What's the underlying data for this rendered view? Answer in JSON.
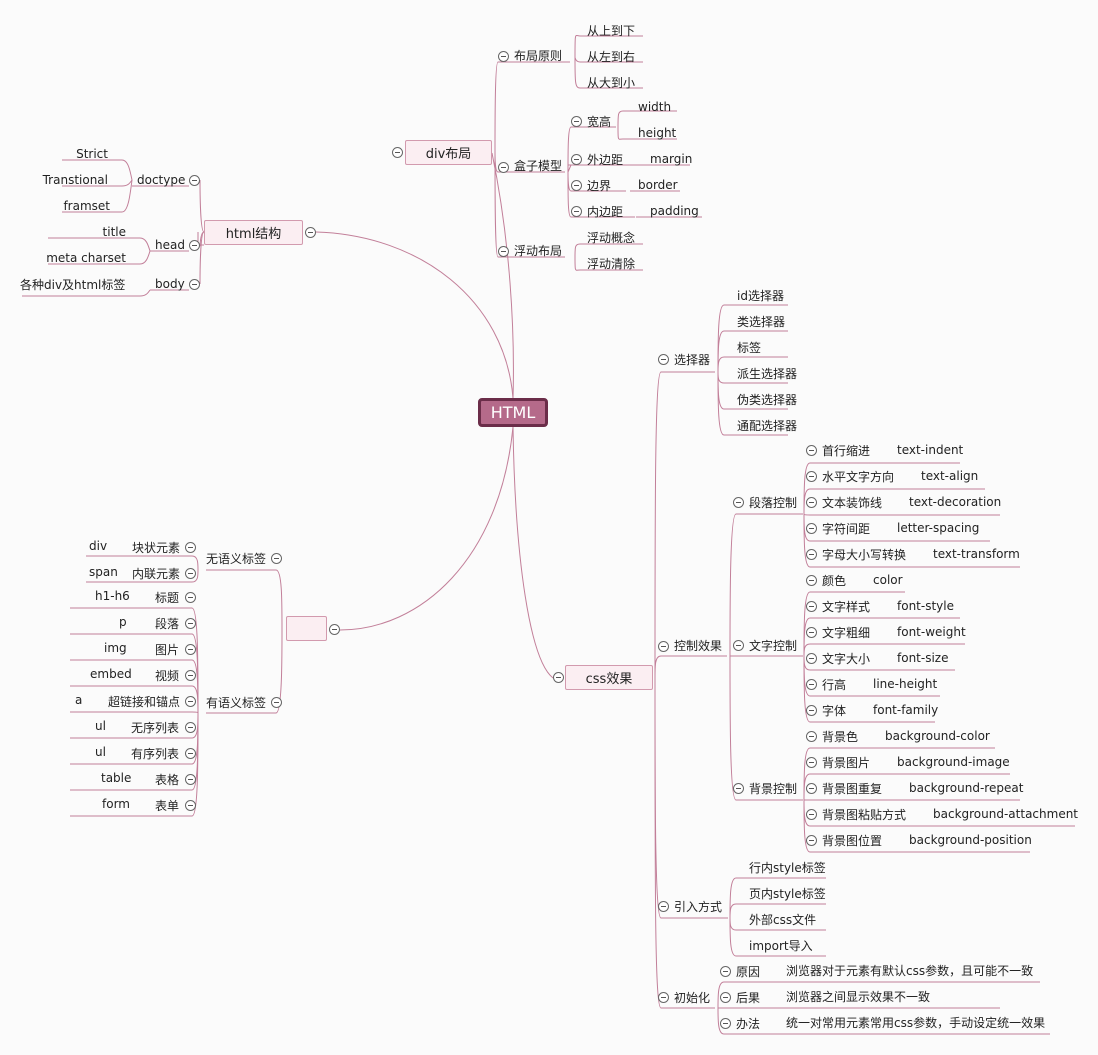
{
  "center": "HTML",
  "html_structure": {
    "title": "html结构",
    "doctype": {
      "label": "doctype",
      "children": [
        "Strict",
        "Transtional",
        "framset"
      ]
    },
    "head": {
      "label": "head",
      "children": [
        "title",
        "meta  charset"
      ]
    },
    "body": {
      "label": "body",
      "children": [
        "各种div及html标签"
      ]
    }
  },
  "div_layout": {
    "title": "div布局",
    "principle": {
      "label": "布局原则",
      "children": [
        "从上到下",
        "从左到右",
        "从大到小"
      ]
    },
    "box_model": {
      "label": "盒子模型",
      "wh": {
        "label": "宽高",
        "children": [
          "width",
          "height"
        ]
      },
      "margin": {
        "label": "外边距",
        "value": "margin"
      },
      "border": {
        "label": "边界",
        "value": "border"
      },
      "padding": {
        "label": "内边距",
        "value": "padding"
      }
    },
    "float": {
      "label": "浮动布局",
      "children": [
        "浮动概念",
        "浮动清除"
      ]
    }
  },
  "tags": {
    "title": "",
    "nonsemantic": {
      "label": "无语义标签",
      "items": [
        {
          "tag": "div",
          "desc": "块状元素"
        },
        {
          "tag": "span",
          "desc": "内联元素"
        }
      ]
    },
    "semantic": {
      "label": "有语义标签",
      "items": [
        {
          "tag": "h1-h6",
          "desc": "标题"
        },
        {
          "tag": "p",
          "desc": "段落"
        },
        {
          "tag": "img",
          "desc": "图片"
        },
        {
          "tag": "embed",
          "desc": "视频"
        },
        {
          "tag": "a",
          "desc": "超链接和锚点"
        },
        {
          "tag": "ul",
          "desc": "无序列表"
        },
        {
          "tag": "ul",
          "desc": "有序列表"
        },
        {
          "tag": "table",
          "desc": "表格"
        },
        {
          "tag": "form",
          "desc": "表单"
        }
      ]
    }
  },
  "css": {
    "title": "css效果",
    "selectors": {
      "label": "选择器",
      "children": [
        "id选择器",
        "类选择器",
        "标签",
        "派生选择器",
        "伪类选择器",
        "通配选择器"
      ]
    },
    "control": {
      "label": "控制效果",
      "paragraph": {
        "label": "段落控制",
        "items": [
          {
            "k": "首行缩进",
            "v": "text-indent"
          },
          {
            "k": "水平文字方向",
            "v": "text-align"
          },
          {
            "k": "文本装饰线",
            "v": "text-decoration"
          },
          {
            "k": "字符间距",
            "v": "letter-spacing"
          },
          {
            "k": "字母大小写转换",
            "v": "text-transform"
          }
        ]
      },
      "text": {
        "label": "文字控制",
        "items": [
          {
            "k": "颜色",
            "v": "color"
          },
          {
            "k": "文字样式",
            "v": "font-style"
          },
          {
            "k": "文字粗细",
            "v": "font-weight"
          },
          {
            "k": "文字大小",
            "v": "font-size"
          },
          {
            "k": "行高",
            "v": "line-height"
          },
          {
            "k": "字体",
            "v": "font-family"
          }
        ]
      },
      "background": {
        "label": "背景控制",
        "items": [
          {
            "k": "背景色",
            "v": "background-color"
          },
          {
            "k": "背景图片",
            "v": "background-image"
          },
          {
            "k": "背景图重复",
            "v": "background-repeat"
          },
          {
            "k": "背景图粘贴方式",
            "v": "background-attachment"
          },
          {
            "k": "背景图位置",
            "v": "background-position"
          }
        ]
      }
    },
    "import": {
      "label": "引入方式",
      "children": [
        "行内style标签",
        "页内style标签",
        "外部css文件",
        "import导入"
      ]
    },
    "init": {
      "label": "初始化",
      "items": [
        {
          "k": "原因",
          "v": "浏览器对于元素有默认css参数，且可能不一致"
        },
        {
          "k": "后果",
          "v": "浏览器之间显示效果不一致"
        },
        {
          "k": "办法",
          "v": "统一对常用元素常用css参数，手动设定统一效果"
        }
      ]
    }
  },
  "colors": {
    "line": "#c27f99",
    "node_fill": "#fbeef2",
    "node_border": "#d29aae",
    "center_fill": "#b56a8a",
    "center_border": "#6b2d49"
  }
}
